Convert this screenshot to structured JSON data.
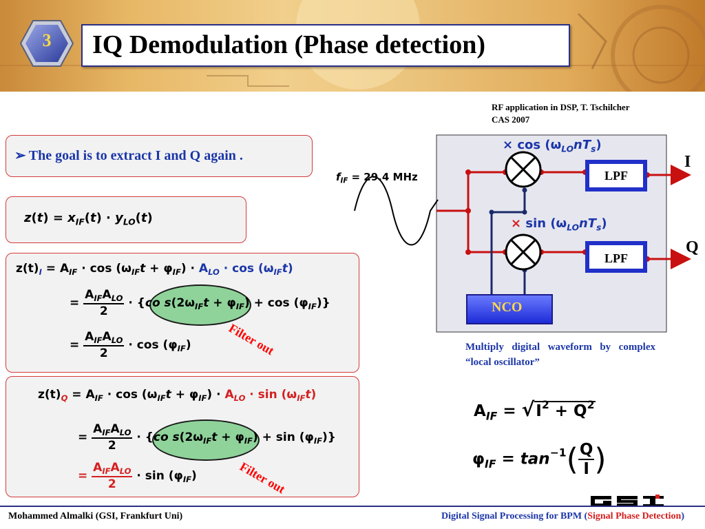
{
  "slide": {
    "number": "3",
    "title": "IQ Demodulation (Phase detection)"
  },
  "reference": {
    "line1": "RF application in DSP, T. Tschilcher",
    "line2": "CAS 2007"
  },
  "goal": {
    "bullet": "➢",
    "text": "The goal is to extract I and Q again ."
  },
  "filter_label": "Filter out",
  "diagram": {
    "input_label": "f",
    "input_sub": "IF",
    "input_value": " = 29.4 MHz",
    "cos_label": "× cos (ω",
    "sin_label": "× sin (ω",
    "lpf_top": "LPF",
    "lpf_bottom": "LPF",
    "nco": "NCO",
    "output_i": "I",
    "output_q": "Q"
  },
  "caption": "Multiply digital waveform by complex “local oscillator”",
  "footer": {
    "author": "Mohammed Almalki  (GSI, Frankfurt Uni)",
    "course": "Digital Signal Processing for BPM (",
    "course_highlight": "Signal Phase Detection",
    "course_end": ")",
    "logo": "GSI"
  },
  "colors": {
    "accent_blue": "#1b36a8",
    "frame_navy": "#2a2f86",
    "signal_red": "#c81010",
    "box_border": "#d43a3a"
  }
}
